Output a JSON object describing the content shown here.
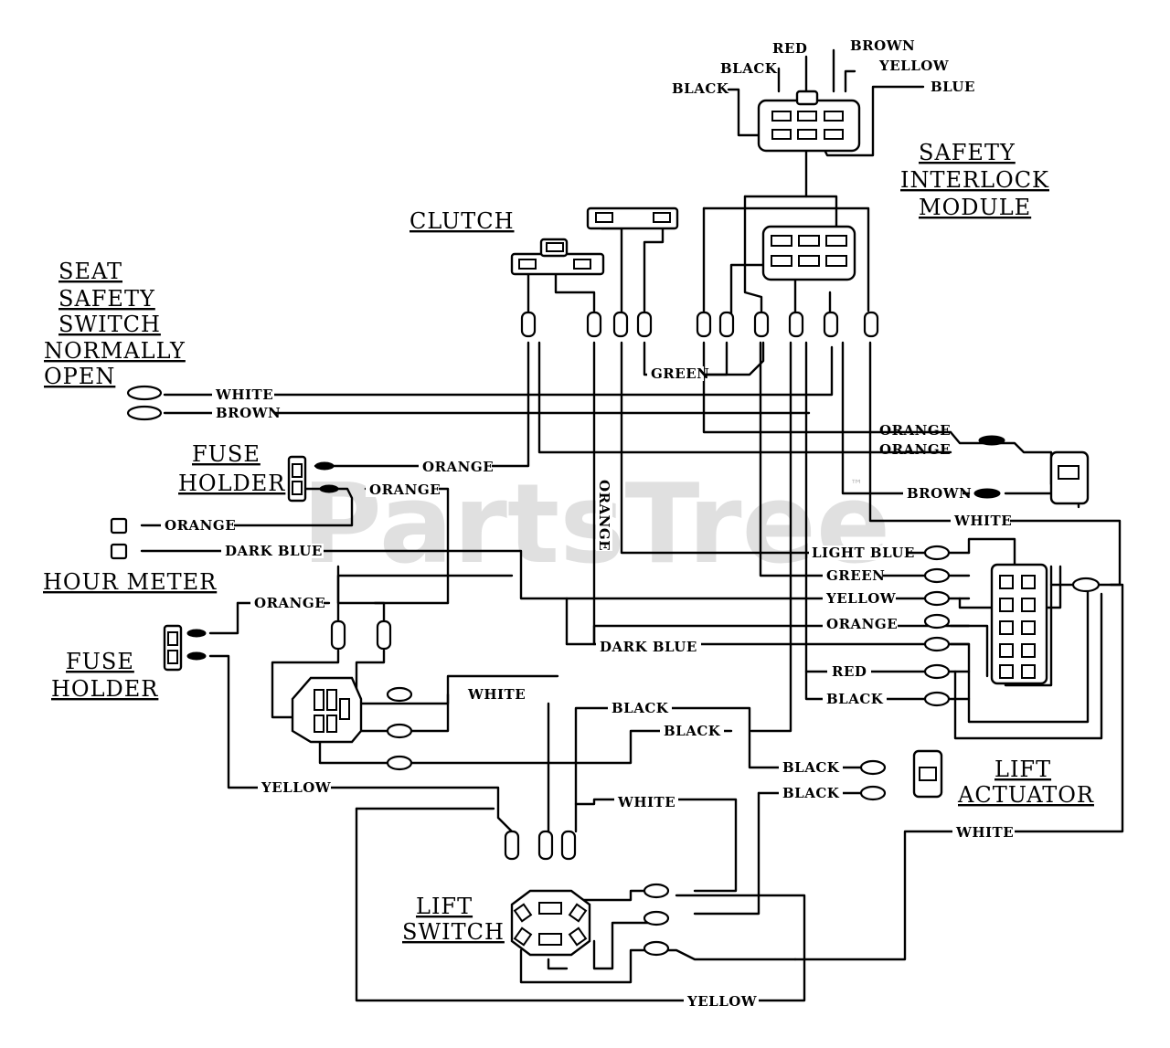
{
  "watermark": {
    "text": "PartsTree",
    "tm": "™"
  },
  "components": {
    "safety_interlock_module": [
      "SAFETY",
      "INTERLOCK",
      "MODULE"
    ],
    "clutch": [
      "CLUTCH"
    ],
    "seat_safety_switch": [
      "SEAT",
      "SAFETY",
      "SWITCH",
      "NORMALLY",
      "OPEN"
    ],
    "fuse_holder_1": [
      "FUSE",
      "HOLDER"
    ],
    "hour_meter": [
      "HOUR METER"
    ],
    "fuse_holder_2": [
      "FUSE",
      "HOLDER"
    ],
    "lift_actuator": [
      "LIFT",
      "ACTUATOR"
    ],
    "lift_switch": [
      "LIFT",
      "SWITCH"
    ]
  },
  "wire_labels": {
    "top_red": "RED",
    "top_brown": "BROWN",
    "top_black_1": "BLACK",
    "top_yellow": "YELLOW",
    "top_black_2": "BLACK",
    "top_blue": "BLUE",
    "seat_white": "WHITE",
    "seat_brown": "BROWN",
    "clutch_green": "GREEN",
    "right_orange_1": "ORANGE",
    "right_orange_2": "ORANGE",
    "fuse_orange_1": "ORANGE",
    "fuse_orange_2": "ORANGE",
    "right_brown": "BROWN",
    "vertical_orange": "ORANGE",
    "meter_orange": "ORANGE",
    "meter_dark_blue": "DARK BLUE",
    "right_white": "WHITE",
    "light_blue": "LIGHT BLUE",
    "green": "GREEN",
    "yellow": "YELLOW",
    "orange": "ORANGE",
    "dark_blue_2": "DARK BLUE",
    "red": "RED",
    "black_right": "BLACK",
    "hm_orange": "ORANGE",
    "hm_white": "WHITE",
    "black_a": "BLACK",
    "black_b": "BLACK",
    "black_c": "BLACK",
    "black_d": "BLACK",
    "fh_yellow": "YELLOW",
    "ls_white": "WHITE",
    "act_white": "WHITE",
    "bottom_yellow": "YELLOW"
  }
}
